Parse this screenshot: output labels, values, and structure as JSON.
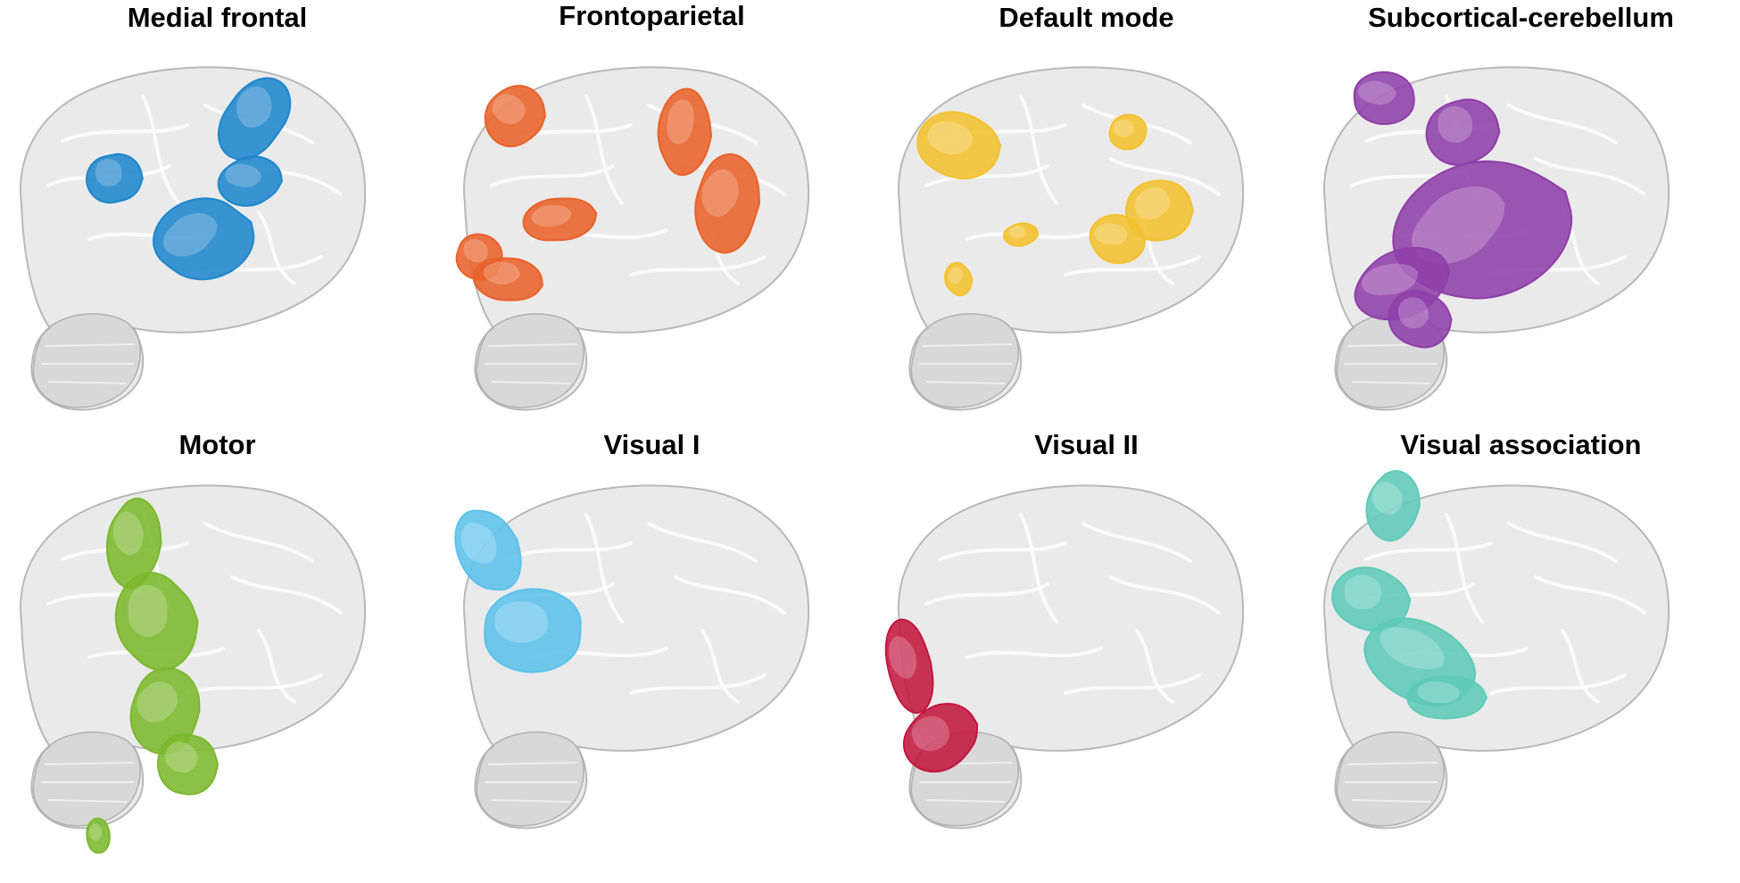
{
  "figure": {
    "background": "#ffffff",
    "brain_color": "#d9d9d9",
    "panels": [
      {
        "id": "medial-frontal",
        "title": "Medial frontal",
        "color": "#1f86cc"
      },
      {
        "id": "frontoparietal",
        "title": "Frontoparietal",
        "color": "#e8622a"
      },
      {
        "id": "default-mode",
        "title": "Default mode",
        "color": "#f2c230"
      },
      {
        "id": "subcortical-cerebellum",
        "title": "Subcortical-cerebellum",
        "color": "#8e3fa8"
      },
      {
        "id": "motor",
        "title": "Motor",
        "color": "#7cb82e"
      },
      {
        "id": "visual-1",
        "title": "Visual I",
        "color": "#5cc2ea"
      },
      {
        "id": "visual-2",
        "title": "Visual II",
        "color": "#c2173f"
      },
      {
        "id": "visual-association",
        "title": "Visual association",
        "color": "#5fcab8"
      }
    ]
  }
}
